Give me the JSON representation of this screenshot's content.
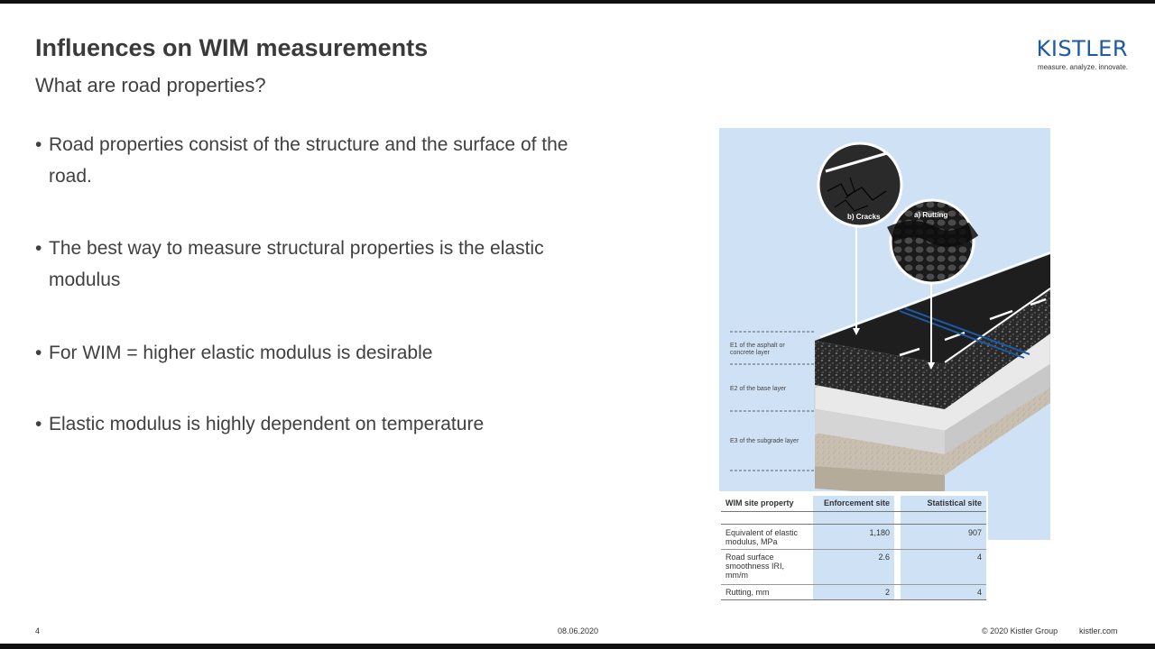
{
  "header": {
    "title": "Influences on WIM measurements",
    "subtitle": "What are road properties?"
  },
  "logo": {
    "wordmark": "KISTLER",
    "tagline": "measure. analyze. innovate."
  },
  "bullets": [
    "Road properties consist of the structure and the surface of the road.",
    "The best way to measure structural properties is the elastic modulus",
    "For WIM = higher elastic modulus is desirable",
    "Elastic modulus is highly dependent on temperature"
  ],
  "figure": {
    "callouts": {
      "cracks": "b) Cracks",
      "rutting": "a) Rutting"
    },
    "layers": {
      "e1": "E1 of the asphalt or concrete layer",
      "e2": "E2 of the base layer",
      "e3": "E3 of the subgrade layer"
    }
  },
  "table": {
    "headers": [
      "WIM site property",
      "Enforcement site",
      "Statistical site"
    ],
    "rows": [
      [
        "Equivalent of elastic modulus, MPa",
        "1,180",
        "907"
      ],
      [
        "Road surface smoothness IRI, mm/m",
        "2.6",
        "4"
      ],
      [
        "Rutting, mm",
        "2",
        "4"
      ]
    ]
  },
  "footer": {
    "page_number": "4",
    "date": "08.06.2020",
    "copyright": "© 2020 Kistler Group",
    "website": "kistler.com"
  },
  "colors": {
    "brand": "#1d5aa6",
    "figure_bg": "#cfe2f5",
    "asphalt": "#1e1e1e"
  }
}
